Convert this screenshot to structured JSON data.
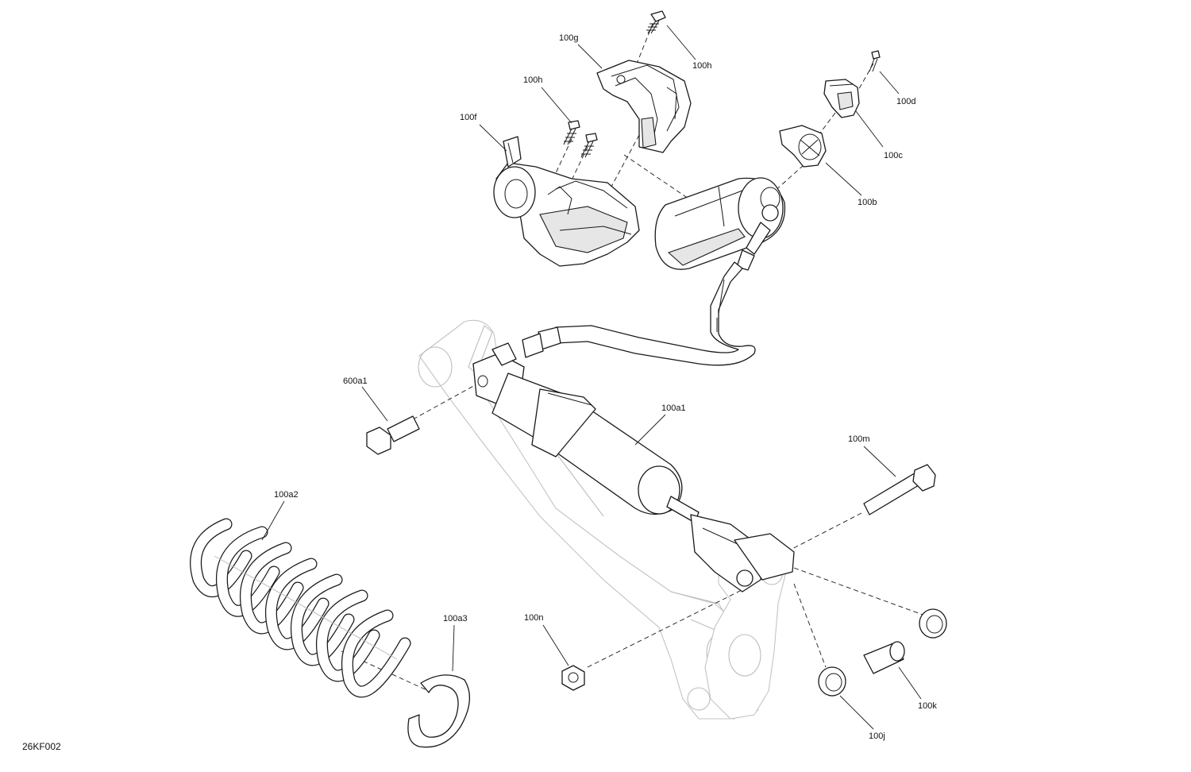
{
  "figure_id": "26KF002",
  "callouts": [
    {
      "id": "100g",
      "label": "100g"
    },
    {
      "id": "100h-top",
      "label": "100h"
    },
    {
      "id": "100h-left",
      "label": "100h"
    },
    {
      "id": "100f",
      "label": "100f"
    },
    {
      "id": "100d",
      "label": "100d"
    },
    {
      "id": "100c",
      "label": "100c"
    },
    {
      "id": "100b",
      "label": "100b"
    },
    {
      "id": "600a1",
      "label": "600a1"
    },
    {
      "id": "100a1",
      "label": "100a1"
    },
    {
      "id": "100m",
      "label": "100m"
    },
    {
      "id": "100a2",
      "label": "100a2"
    },
    {
      "id": "100a3",
      "label": "100a3"
    },
    {
      "id": "100n",
      "label": "100n"
    },
    {
      "id": "100k",
      "label": "100k"
    },
    {
      "id": "100j",
      "label": "100j"
    }
  ]
}
